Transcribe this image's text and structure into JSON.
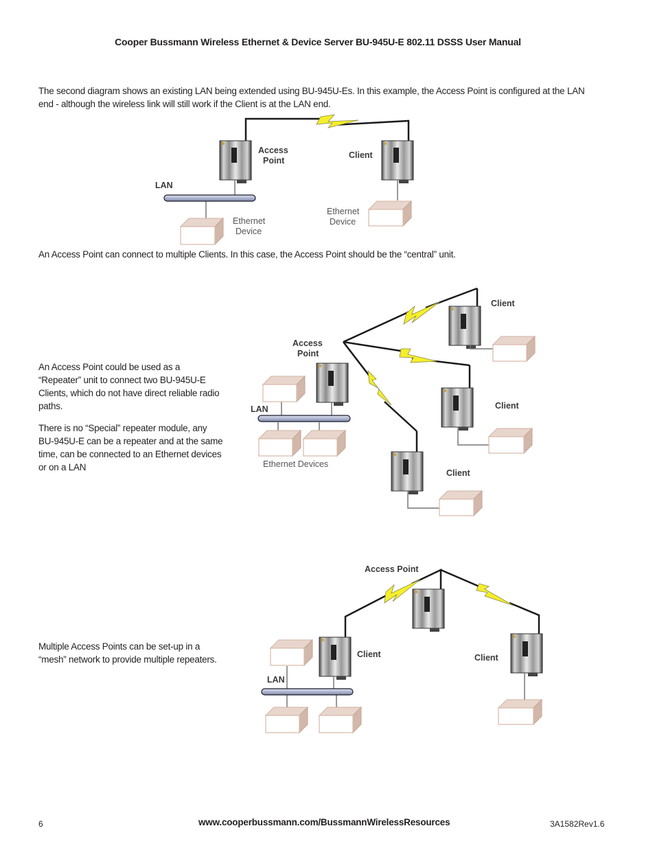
{
  "header": {
    "title": "Cooper Bussmann Wireless Ethernet & Device Server BU-945U-E 802.11 DSSS User Manual"
  },
  "body": {
    "para1": "The second diagram shows an existing LAN being extended using BU-945U-Es. In this example, the Access Point is configured at the LAN end - although the wireless link will still work if the Client is at the LAN end.",
    "para2": "An Access Point can connect to multiple Clients. In this case, the Access Point should be the “central” unit.",
    "para3": "An Access Point could be used as a “Repeater” unit to connect two BU-945U-E Clients, which do not have direct reliable radio paths.",
    "para4": "There is no “Special” repeater module, any BU-945U-E can be a repeater and at the same time, can be connected to an Ethernet devices or on a LAN",
    "para5": "Multiple Access Points can be set-up in a “mesh” network to provide multiple repeaters."
  },
  "diagram1": {
    "access_point_line1": "Access",
    "access_point_line2": "Point",
    "client": "Client",
    "lan": "LAN",
    "ethernet_device_left_line1": "Ethernet",
    "ethernet_device_left_line2": "Device",
    "ethernet_device_right_line1": "Ethernet",
    "ethernet_device_right_line2": "Device"
  },
  "diagram2": {
    "access_point_line1": "Access",
    "access_point_line2": "Point",
    "client_top": "Client",
    "client_middle": "Client",
    "client_bottom": "Client",
    "lan": "LAN",
    "ethernet_devices": "Ethernet Devices"
  },
  "diagram3": {
    "access_point": "Access Point",
    "client_left": "Client",
    "client_right": "Client",
    "lan": "LAN"
  },
  "footer": {
    "page_number": "6",
    "url": "www.cooperbussmann.com/BussmannWirelessResources",
    "doc_code": "3A1582Rev1.6"
  },
  "colors": {
    "lightning": "#f5ee2a",
    "lan_bar": "#b9c0d8",
    "device_edge": "#d8b7a8"
  }
}
